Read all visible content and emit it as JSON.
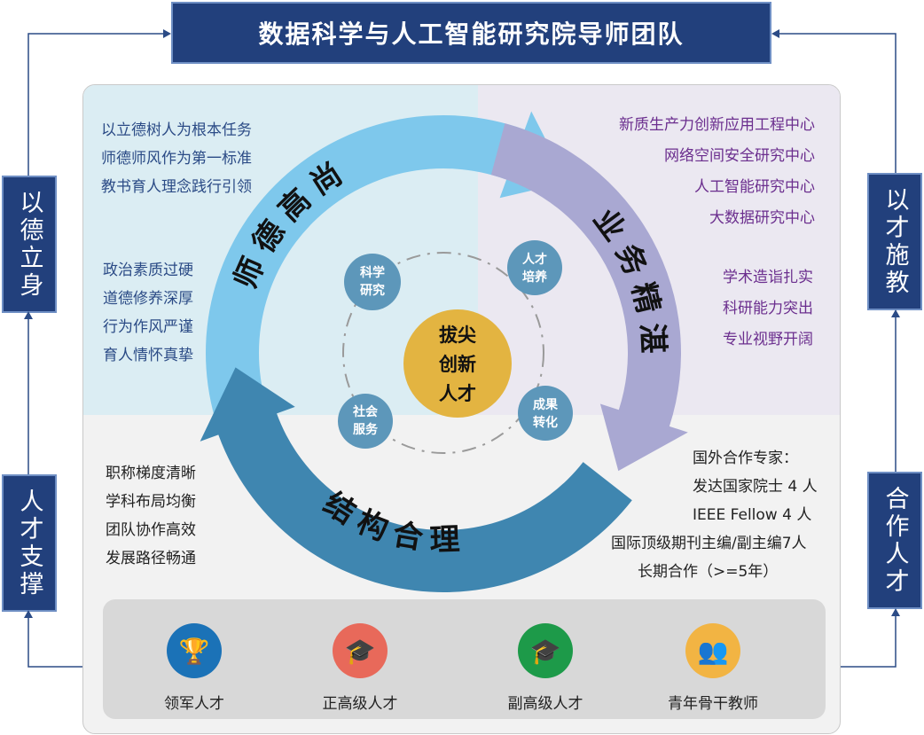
{
  "title": "数据科学与人工智能研究院导师团队",
  "sides": {
    "left_top": "以德立身",
    "left_bottom": "人才支撑",
    "right_top": "以才施教",
    "right_bottom": "合作人才"
  },
  "left_top_text": [
    "以立德树人为根本任务",
    "师德师风作为第一标准",
    "教书育人理念践行引领"
  ],
  "left_mid_text": [
    "政治素质过硬",
    "道德修养深厚",
    "行为作风严谨",
    "育人情怀真挚"
  ],
  "right_top_text": [
    "新质生产力创新应用工程中心",
    "网络空间安全研究中心",
    "人工智能研究中心",
    "大数据研究中心"
  ],
  "right_mid_text": [
    "学术造诣扎实",
    "科研能力突出",
    "专业视野开阔"
  ],
  "left_bottom_text": [
    "职称梯度清晰",
    "学科布局均衡",
    "团队协作高效",
    "发展路径畅通"
  ],
  "right_bottom_text": [
    "国外合作专家：",
    "发达国家院士 4 人",
    "IEEE Fellow 4 人",
    "国际顶级期刊主编/副主编7人",
    "长期合作（>=5年）"
  ],
  "arrows": {
    "ethics": "师德高尚",
    "business": "业务精湛",
    "structure": "结构合理"
  },
  "center": {
    "line1": "拔尖",
    "line2": "创新",
    "line3": "人才"
  },
  "nodes": [
    {
      "l1": "科学",
      "l2": "研究"
    },
    {
      "l1": "人才",
      "l2": "培养"
    },
    {
      "l1": "社会",
      "l2": "服务"
    },
    {
      "l1": "成果",
      "l2": "转化"
    }
  ],
  "talents": [
    {
      "label": "领军人才",
      "icon": "trophy-icon",
      "color": "#1b72b7"
    },
    {
      "label": "正高级人才",
      "icon": "graduate-icon",
      "color": "#e8695a"
    },
    {
      "label": "副高级人才",
      "icon": "graduate-icon",
      "color": "#1d9a49"
    },
    {
      "label": "青年骨干教师",
      "icon": "group-icon",
      "color": "#f2b443"
    }
  ],
  "colors": {
    "ethics": "#7ec8ec",
    "business": "#a9a8d2",
    "structure": "#3f86b0",
    "node": "#5d97ba",
    "center": "#e3b441",
    "navy": "#22407c"
  }
}
